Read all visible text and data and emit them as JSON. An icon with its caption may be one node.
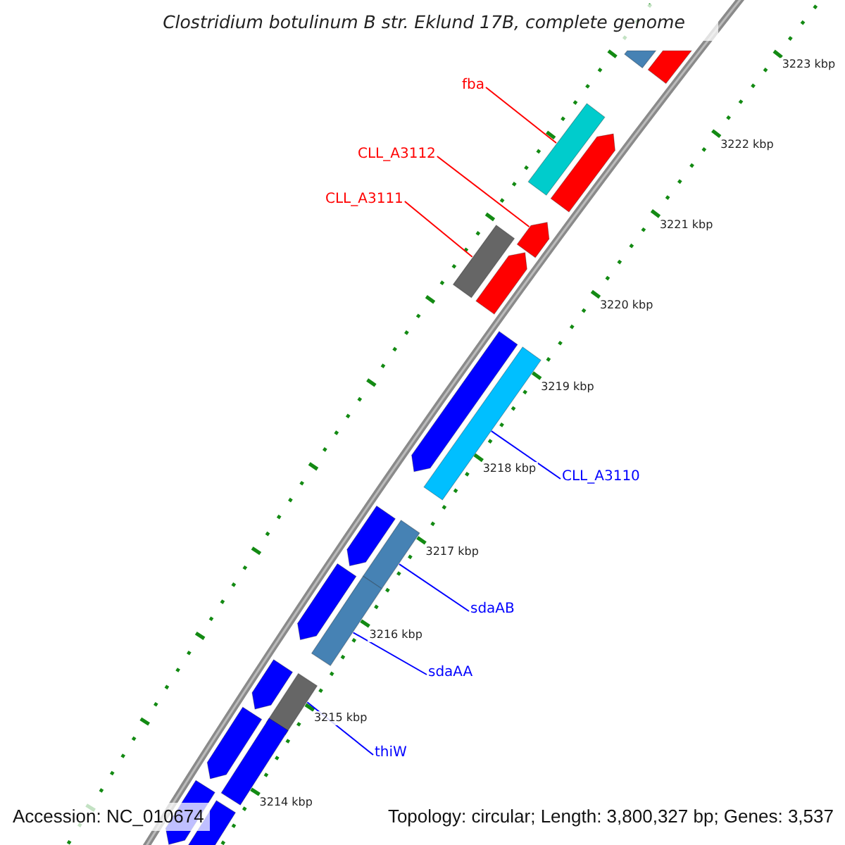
{
  "diagram": {
    "title": "Clostridium botulinum B str. Eklund 17B, complete genome",
    "nodes": [
      {
        "text": [
          "fba"
        ]
      },
      {
        "text": [],
        "shape": "bar"
      },
      {
        "text": [
          "CLL_A3112"
        ]
      },
      {
        "text": [],
        "shape": "arrow"
      },
      {
        "text": [
          "CLL_A3111"
        ]
      },
      {
        "text": [],
        "shape": "bar"
      },
      {
        "text": [
          "CLL_A3110"
        ]
      },
      {
        "text": [],
        "shape": "bar"
      },
      {
        "text": [
          "sdaAB"
        ]
      },
      {
        "text": [],
        "shape": "bar"
      },
      {
        "text": [
          "sdaAA"
        ]
      },
      {
        "text": [],
        "shape": "bar"
      },
      {
        "text": [
          "thiW"
        ]
      },
      {
        "text": [],
        "shape": "bar"
      },
      {
        "text": [],
        "shape": "arrow"
      },
      {
        "text": [],
        "shape": "bar"
      },
      {
        "text": [],
        "shape": "arrow"
      },
      {
        "text": [],
        "shape": "arrow"
      },
      {
        "text": [],
        "shape": "arrow"
      },
      {
        "text": [],
        "shape": "arrow"
      },
      {
        "text": [],
        "shape": "arrow"
      },
      {
        "text": [],
        "shape": "arrow"
      },
      {
        "text": [],
        "shape": "arrow"
      },
      {
        "text": [],
        "shape": "arrow"
      },
      {
        "text": [],
        "shape": "bar"
      },
      {
        "text": [],
        "shape": "bar"
      }
    ],
    "edges": [
      {
        "from": 0,
        "to": 1,
        "arrow": "none",
        "color": "#ff0000"
      },
      {
        "from": 2,
        "to": 3,
        "arrow": "none",
        "color": "#ff0000"
      },
      {
        "from": 4,
        "to": 5,
        "arrow": "none",
        "color": "#ff0000"
      },
      {
        "from": 6,
        "to": 7,
        "arrow": "none",
        "color": "#0000ff"
      },
      {
        "from": 8,
        "to": 9,
        "arrow": "none",
        "color": "#0000ff"
      },
      {
        "from": 10,
        "to": 11,
        "arrow": "none",
        "color": "#0000ff"
      },
      {
        "from": 12,
        "to": 13,
        "arrow": "none",
        "color": "#0000ff"
      }
    ],
    "labels": [
      "3223 kbp",
      "3222 kbp",
      "3221 kbp",
      "3220 kbp",
      "3219 kbp",
      "3218 kbp",
      "3217 kbp",
      "3216 kbp",
      "3215 kbp",
      "3214 kbp",
      "Accession: NC_010674",
      "Topology: circular; Length: 3,800,327 bp; Genes: 3,537"
    ]
  }
}
